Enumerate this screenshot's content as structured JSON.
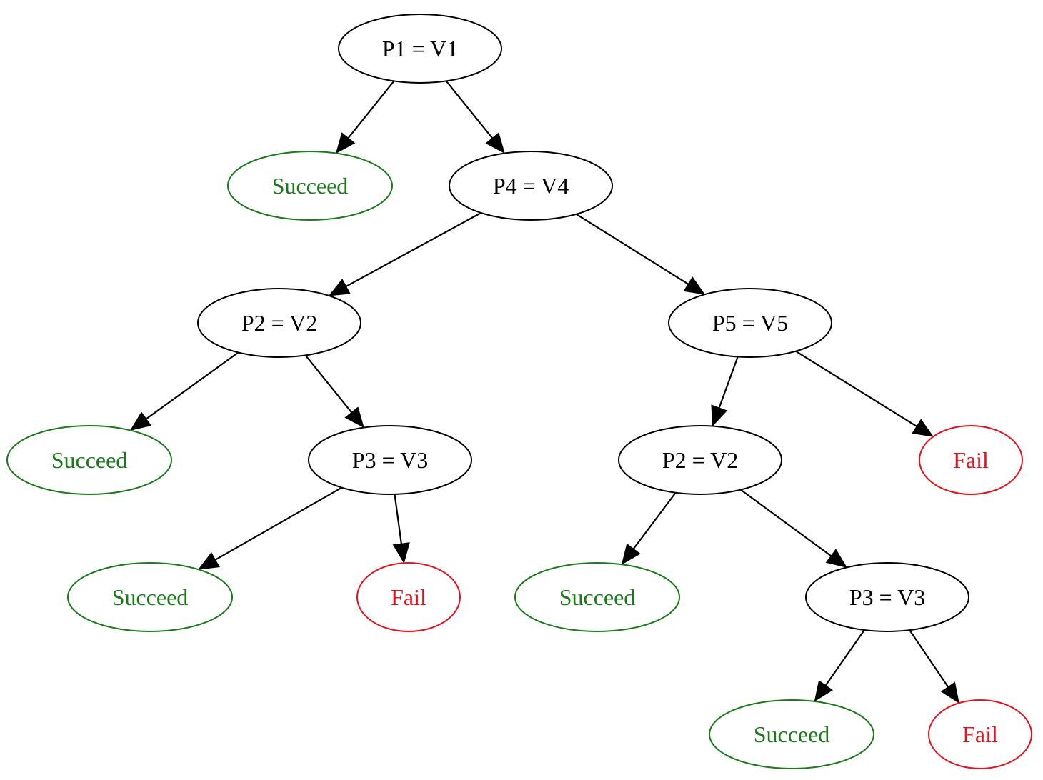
{
  "colors": {
    "decision": "#000000",
    "succeed": "#1a7a1a",
    "fail": "#e8101c"
  },
  "nodes": [
    {
      "id": "n1",
      "label": "P1 = V1",
      "kind": "decision"
    },
    {
      "id": "n2",
      "label": "Succeed",
      "kind": "succeed"
    },
    {
      "id": "n3",
      "label": "P4 = V4",
      "kind": "decision"
    },
    {
      "id": "n4",
      "label": "P2 = V2",
      "kind": "decision"
    },
    {
      "id": "n5",
      "label": "P5 = V5",
      "kind": "decision"
    },
    {
      "id": "n6",
      "label": "Succeed",
      "kind": "succeed"
    },
    {
      "id": "n7",
      "label": "P3 = V3",
      "kind": "decision"
    },
    {
      "id": "n8",
      "label": "P2 = V2",
      "kind": "decision"
    },
    {
      "id": "n9",
      "label": "Fail",
      "kind": "fail"
    },
    {
      "id": "n10",
      "label": "Succeed",
      "kind": "succeed"
    },
    {
      "id": "n11",
      "label": "Fail",
      "kind": "fail"
    },
    {
      "id": "n12",
      "label": "Succeed",
      "kind": "succeed"
    },
    {
      "id": "n13",
      "label": "P3 = V3",
      "kind": "decision"
    },
    {
      "id": "n14",
      "label": "Succeed",
      "kind": "succeed"
    },
    {
      "id": "n15",
      "label": "Fail",
      "kind": "fail"
    }
  ],
  "edges": [
    {
      "from": "n1",
      "to": "n2"
    },
    {
      "from": "n1",
      "to": "n3"
    },
    {
      "from": "n3",
      "to": "n4"
    },
    {
      "from": "n3",
      "to": "n5"
    },
    {
      "from": "n4",
      "to": "n6"
    },
    {
      "from": "n4",
      "to": "n7"
    },
    {
      "from": "n7",
      "to": "n10"
    },
    {
      "from": "n7",
      "to": "n11"
    },
    {
      "from": "n5",
      "to": "n8"
    },
    {
      "from": "n5",
      "to": "n9"
    },
    {
      "from": "n8",
      "to": "n12"
    },
    {
      "from": "n8",
      "to": "n13"
    },
    {
      "from": "n13",
      "to": "n14"
    },
    {
      "from": "n13",
      "to": "n15"
    }
  ]
}
